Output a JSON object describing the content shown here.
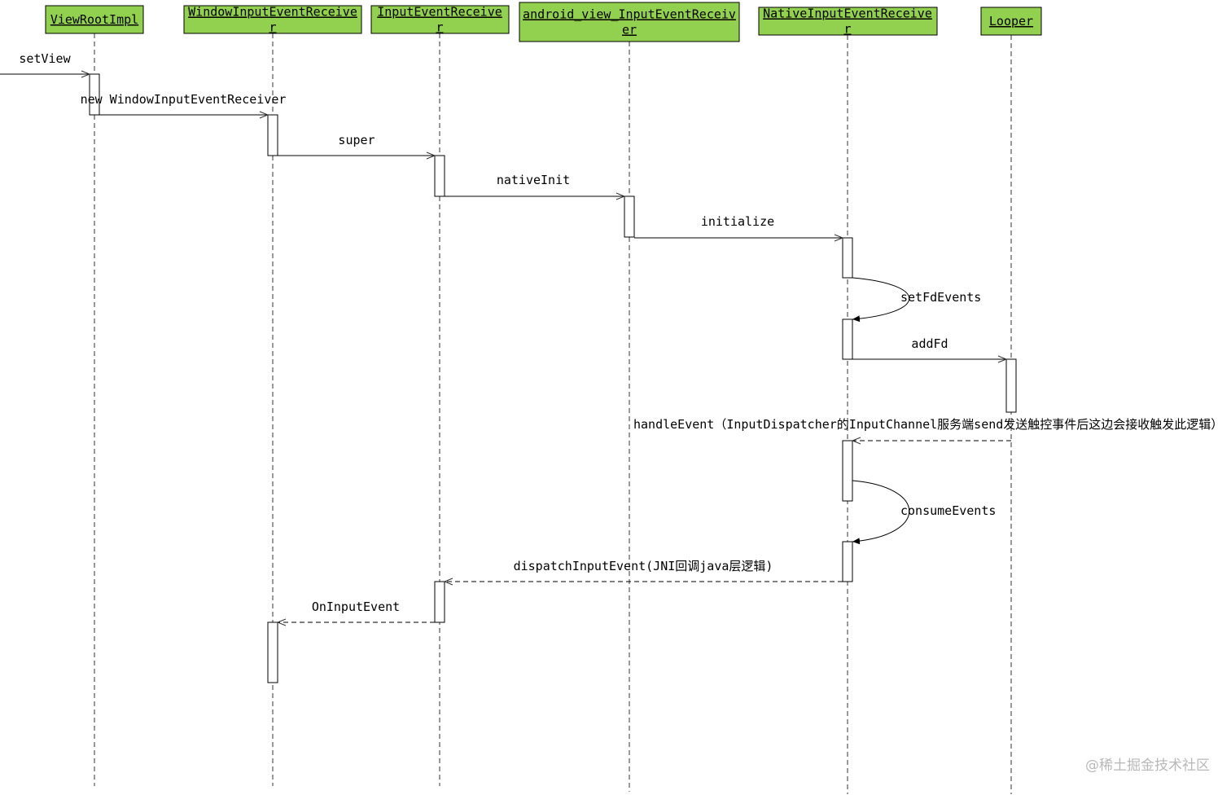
{
  "diagram": {
    "type": "sequence",
    "colors": {
      "header_fill": "#92d050",
      "stroke": "#000000",
      "dashed": "#333333",
      "text": "#000000",
      "watermark": "#b8b8b8"
    },
    "participants": [
      {
        "id": "vri",
        "label": "ViewRootImpl"
      },
      {
        "id": "wier",
        "label": "WindowInputEventReceiver"
      },
      {
        "id": "ier",
        "label": "InputEventReceiver"
      },
      {
        "id": "avier",
        "label": "android_view_InputEventReceiver"
      },
      {
        "id": "nier",
        "label": "NativeInputEventReceiver"
      },
      {
        "id": "looper",
        "label": "Looper"
      }
    ],
    "messages": [
      {
        "id": "setView",
        "label": "setView",
        "from": null,
        "to": "vri",
        "style": "solid"
      },
      {
        "id": "new_wier",
        "label": "new WindowInputEventReceiver",
        "from": "vri",
        "to": "wier",
        "style": "solid"
      },
      {
        "id": "super",
        "label": "super",
        "from": "wier",
        "to": "ier",
        "style": "solid"
      },
      {
        "id": "nativeInit",
        "label": "nativeInit",
        "from": "ier",
        "to": "avier",
        "style": "solid"
      },
      {
        "id": "initialize",
        "label": "initialize",
        "from": "avier",
        "to": "nier",
        "style": "solid"
      },
      {
        "id": "setFdEvents",
        "label": "setFdEvents",
        "from": "nier",
        "to": "nier",
        "style": "self"
      },
      {
        "id": "addFd",
        "label": "addFd",
        "from": "nier",
        "to": "looper",
        "style": "solid"
      },
      {
        "id": "handleEvent",
        "label": "handleEvent（InputDispatcher的InputChannel服务端send发送触控事件后这边会接收触发此逻辑）",
        "from": "looper",
        "to": "nier",
        "style": "dashed"
      },
      {
        "id": "consumeEvents",
        "label": "consumeEvents",
        "from": "nier",
        "to": "nier",
        "style": "self"
      },
      {
        "id": "dispatchInputEvent",
        "label": "dispatchInputEvent(JNI回调java层逻辑)",
        "from": "nier",
        "to": "ier",
        "style": "dashed"
      },
      {
        "id": "OnInputEvent",
        "label": "OnInputEvent",
        "from": "ier",
        "to": "wier",
        "style": "dashed"
      }
    ]
  },
  "watermark": "@稀土掘金技术社区"
}
